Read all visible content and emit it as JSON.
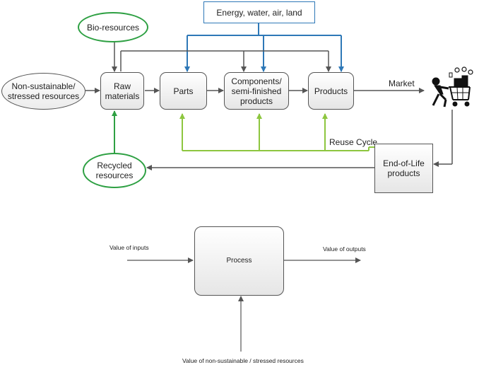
{
  "top_diagram": {
    "energy_box": "Energy, water, air, land",
    "bio_resources": "Bio-resources",
    "non_sustainable": "Non-sustainable/ stressed resources",
    "raw_materials": "Raw materials",
    "parts": "Parts",
    "components": "Components/ semi-finished products",
    "products": "Products",
    "market_label": "Market",
    "reuse_cycle_label": "Reuse Cycle",
    "end_of_life": "End-of-Life products",
    "recycled_resources": "Recycled resources"
  },
  "bottom_diagram": {
    "process": "Process",
    "value_inputs": "Value of inputs",
    "value_outputs": "Value of outputs",
    "value_nonsustainable": "Value of non-sustainable / stressed resources"
  },
  "colors": {
    "grey_arrow": "#555555",
    "blue_arrow": "#2e78b7",
    "green_arrow": "#8dc63f",
    "green_outline": "#2ea043"
  },
  "icons": [
    "shopping-cart-icon"
  ]
}
